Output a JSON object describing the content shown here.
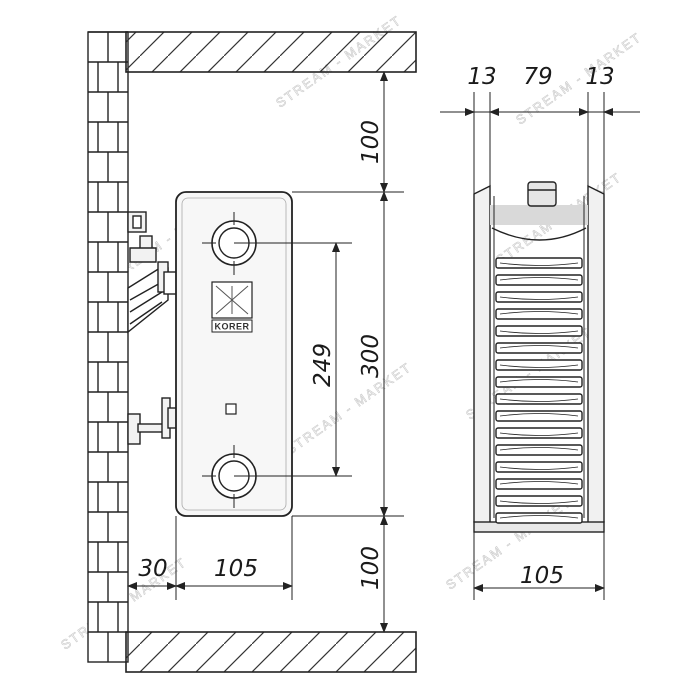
{
  "brand": {
    "logo_text": "KORER"
  },
  "watermark": "STREAM - MARKET",
  "dimensions": {
    "top_clearance": "100",
    "bottom_clearance": "100",
    "height": "300",
    "connection_spacing": "249",
    "wall_gap": "30",
    "depth_side": "105",
    "depth_section": "105",
    "top_left_offset": "13",
    "top_center": "79",
    "top_right_offset": "13"
  },
  "colors": {
    "line": "#222222",
    "fill_light": "#f7f7f7",
    "fill_grey": "#e0e0e0",
    "hatch": "#333333"
  }
}
